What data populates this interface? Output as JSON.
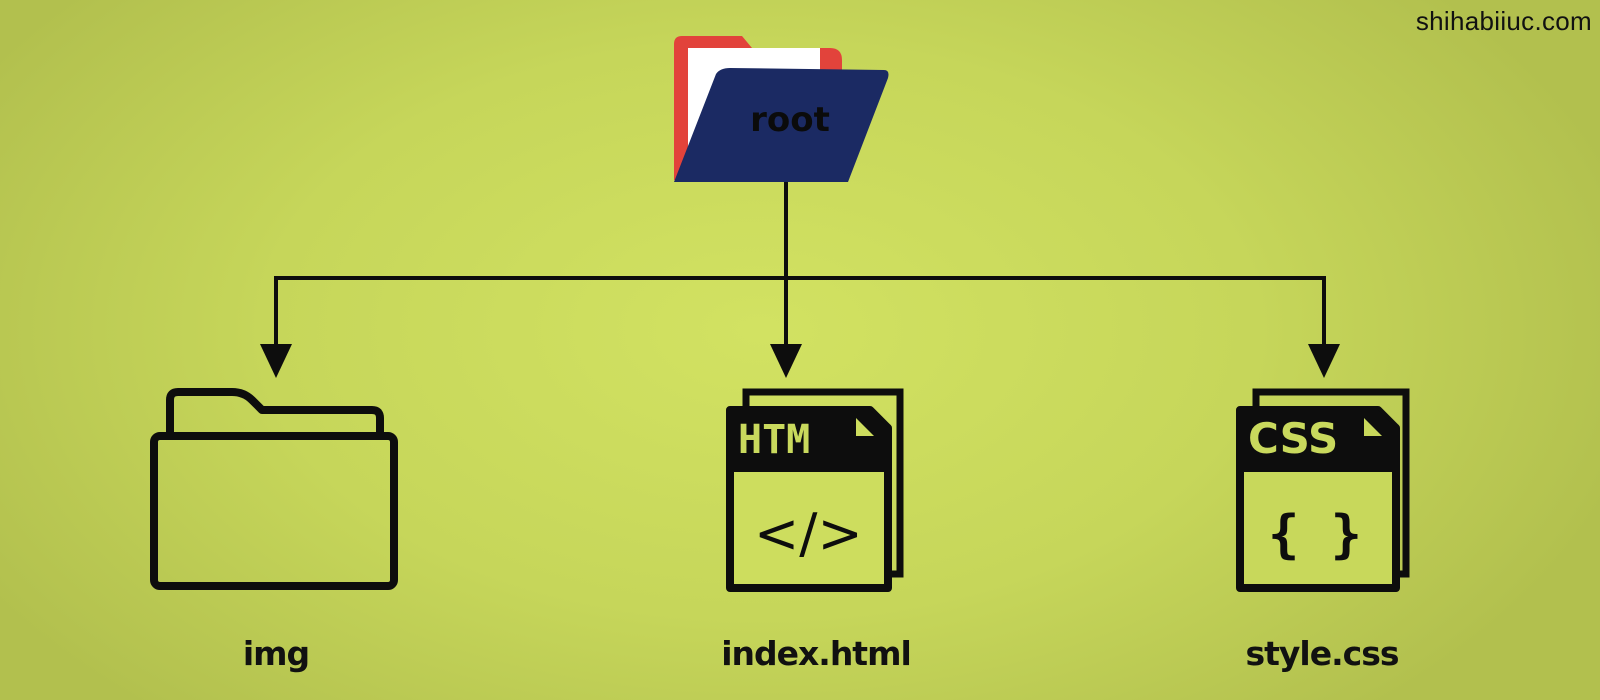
{
  "watermark": "shihabiiuc.com",
  "root": {
    "label": "root",
    "icon": "open-folder-icon",
    "colors": {
      "back": "#e2433b",
      "paper": "#ffffff",
      "front": "#1b2a63"
    }
  },
  "children": [
    {
      "label": "img",
      "icon": "folder-outline-icon"
    },
    {
      "label": "index.html",
      "icon": "html-file-icon",
      "badge": "HTM",
      "glyph": "</>"
    },
    {
      "label": "style.css",
      "icon": "css-file-icon",
      "badge": "CSS",
      "glyph": "{ }"
    }
  ],
  "colors": {
    "background": "#cddd5e",
    "line": "#0d0d0d",
    "badge_text": "#c9d95d"
  }
}
